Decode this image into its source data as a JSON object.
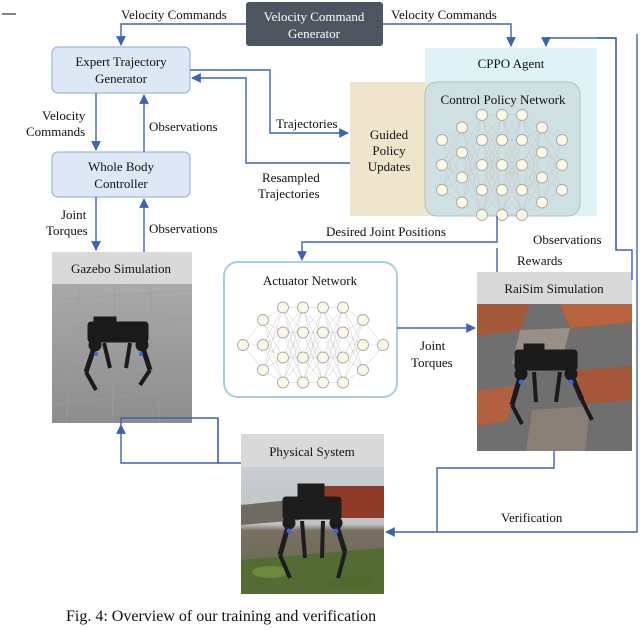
{
  "boxes": {
    "vcg_line1": "Velocity Command",
    "vcg_line2": "Generator",
    "etg_line1": "Expert Trajectory",
    "etg_line2": "Generator",
    "wbc_line1": "Whole Body",
    "wbc_line2": "Controller",
    "gazebo": "Gazebo Simulation",
    "cppo": "CPPO Agent",
    "cpn": "Control Policy Network",
    "gpu_line1": "Guided",
    "gpu_line2": "Policy",
    "gpu_line3": "Updates",
    "actuator": "Actuator Network",
    "raisim": "RaiSim Simulation",
    "physical": "Physical System"
  },
  "arrows": {
    "vel_cmd_left": "Velocity Commands",
    "vel_cmd_right": "Velocity Commands",
    "vel_cmd_down_1": "Velocity",
    "vel_cmd_down_2": "Commands",
    "obs_etg": "Observations",
    "obs_wbc": "Observations",
    "joint_torques_left_1": "Joint",
    "joint_torques_left_2": "Torques",
    "trajectories": "Trajectories",
    "resampled_1": "Resampled",
    "resampled_2": "Trajectories",
    "desired_joint_positions": "Desired Joint Positions",
    "observations_right": "Observations",
    "rewards": "Rewards",
    "joint_torques_mid_1": "Joint",
    "joint_torques_mid_2": "Torques",
    "verification": "Verification"
  },
  "caption": "Fig. 4: Overview of our training and verification",
  "colors": {
    "box_blue_fill": "#dde7f6",
    "box_blue_stroke": "#8ea8d4",
    "vcg_fill": "#4d5560",
    "cppo_fill": "#dff2f6",
    "cpn_fill": "#cfe0e2",
    "gpu_fill": "#efe5cd",
    "arrow": "#3f63b0",
    "node_fill": "#fdf8e6",
    "node_stroke": "#a8a8a8"
  }
}
